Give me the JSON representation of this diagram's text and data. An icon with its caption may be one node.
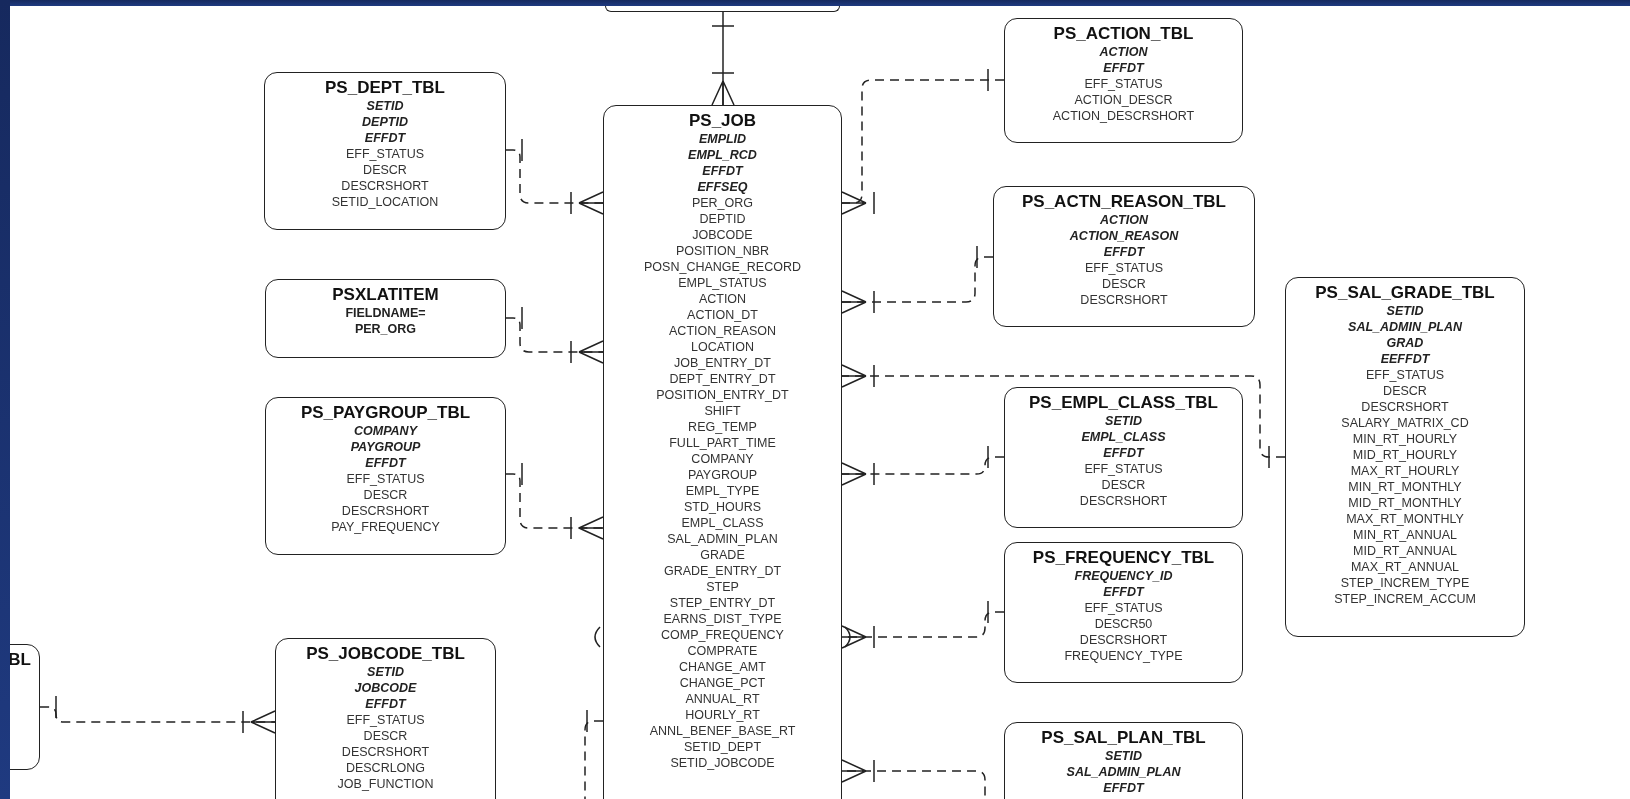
{
  "diagram": {
    "nodes": [
      {
        "text": [],
        "shape": "box"
      },
      {
        "text": [
          "PS_DEPT_TBL",
          "SETID",
          "DEPTID",
          "EFFDT",
          "EFF_STATUS",
          "DESCR",
          "DESCRSHORT",
          "SETID_LOCATION"
        ]
      },
      {
        "text": [
          "PSXLATITEM",
          "FIELDNAME= PER_ORG"
        ]
      },
      {
        "text": [
          "PS_PAYGROUP_TBL",
          "COMPANY",
          "PAYGROUP",
          "EFFDT",
          "EFF_STATUS",
          "DESCR",
          "DESCRSHORT",
          "PAY_FREQUENCY"
        ]
      },
      {
        "text": [
          "BL"
        ]
      },
      {
        "text": [
          "PS_JOBCODE_TBL",
          "SETID",
          "JOBCODE",
          "EFFDT",
          "EFF_STATUS",
          "DESCR",
          "DESCRSHORT",
          "DESCRLONG",
          "JOB_FUNCTION"
        ]
      },
      {
        "text": [
          "PS_JOB",
          "EMPLID",
          "EMPL_RCD",
          "EFFDT",
          "EFFSEQ",
          "PER_ORG",
          "DEPTID",
          "JOBCODE",
          "POSITION_NBR",
          "POSN_CHANGE_RECORD",
          "EMPL_STATUS",
          "ACTION",
          "ACTION_DT",
          "ACTION_REASON",
          "LOCATION",
          "JOB_ENTRY_DT",
          "DEPT_ENTRY_DT",
          "POSITION_ENTRY_DT",
          "SHIFT",
          "REG_TEMP",
          "FULL_PART_TIME",
          "COMPANY",
          "PAYGROUP",
          "EMPL_TYPE",
          "STD_HOURS",
          "EMPL_CLASS",
          "SAL_ADMIN_PLAN",
          "GRADE",
          "GRADE_ENTRY_DT",
          "STEP",
          "STEP_ENTRY_DT",
          "EARNS_DIST_TYPE",
          "COMP_FREQUENCY",
          "COMPRATE",
          "CHANGE_AMT",
          "CHANGE_PCT",
          "ANNUAL_RT",
          "HOURLY_RT",
          "ANNL_BENEF_BASE_RT",
          "SETID_DEPT",
          "SETID_JOBCODE"
        ]
      },
      {
        "text": [
          "PS_ACTION_TBL",
          "ACTION",
          "EFFDT",
          "EFF_STATUS",
          "ACTION_DESCR",
          "ACTION_DESCRSHORT"
        ]
      },
      {
        "text": [
          "PS_ACTN_REASON_TBL",
          "ACTION",
          "ACTION_REASON",
          "EFFDT",
          "EFF_STATUS",
          "DESCR",
          "DESCRSHORT"
        ]
      },
      {
        "text": [
          "PS_EMPL_CLASS_TBL",
          "SETID",
          "EMPL_CLASS",
          "EFFDT",
          "EFF_STATUS",
          "DESCR",
          "DESCRSHORT"
        ]
      },
      {
        "text": [
          "PS_FREQUENCY_TBL",
          "FREQUENCY_ID",
          "EFFDT",
          "EFF_STATUS",
          "DESCR50",
          "DESCRSHORT",
          "FREQUENCY_TYPE"
        ]
      },
      {
        "text": [
          "PS_SAL_PLAN_TBL",
          "SETID",
          "SAL_ADMIN_PLAN",
          "EFFDT"
        ]
      },
      {
        "text": [
          "PS_SAL_GRADE_TBL",
          "SETID",
          "SAL_ADMIN_PLAN",
          "GRAD",
          "EEFFDT",
          "EFF_STATUS",
          "DESCR",
          "DESCRSHORT",
          "SALARY_MATRIX_CD",
          "MIN_RT_HOURLY",
          "MID_RT_HOURLY",
          "MAX_RT_HOURLY",
          "MIN_RT_MONTHLY",
          "MID_RT_MONTHLY",
          "MAX_RT_MONTHLY",
          "MIN_RT_ANNUAL",
          "MID_RT_ANNUAL",
          "MAX_RT_ANNUAL",
          "STEP_INCREM_TYPE",
          "STEP_INCREM_ACCUM"
        ]
      }
    ],
    "edges": [
      {
        "from": 0,
        "to": 6,
        "arrow": "other"
      },
      {
        "from": 1,
        "to": 6,
        "arrow": "other",
        "style": "dashed"
      },
      {
        "from": 2,
        "to": 6,
        "arrow": "other",
        "style": "dashed"
      },
      {
        "from": 3,
        "to": 6,
        "arrow": "other",
        "style": "dashed"
      },
      {
        "from": 4,
        "to": 5,
        "arrow": "other",
        "style": "dashed"
      },
      {
        "from": 7,
        "to": 6,
        "arrow": "other",
        "style": "dashed"
      },
      {
        "from": 8,
        "to": 6,
        "arrow": "other",
        "style": "dashed"
      },
      {
        "from": 12,
        "to": 6,
        "arrow": "other",
        "style": "dashed"
      },
      {
        "from": 9,
        "to": 6,
        "arrow": "other",
        "style": "dashed"
      },
      {
        "from": 10,
        "to": 6,
        "arrow": "other",
        "style": "dashed"
      },
      {
        "from": 11,
        "to": 6,
        "arrow": "other",
        "style": "dashed"
      },
      {
        "from": 6,
        "to": null,
        "arrow": "other",
        "style": "dashed"
      }
    ]
  }
}
